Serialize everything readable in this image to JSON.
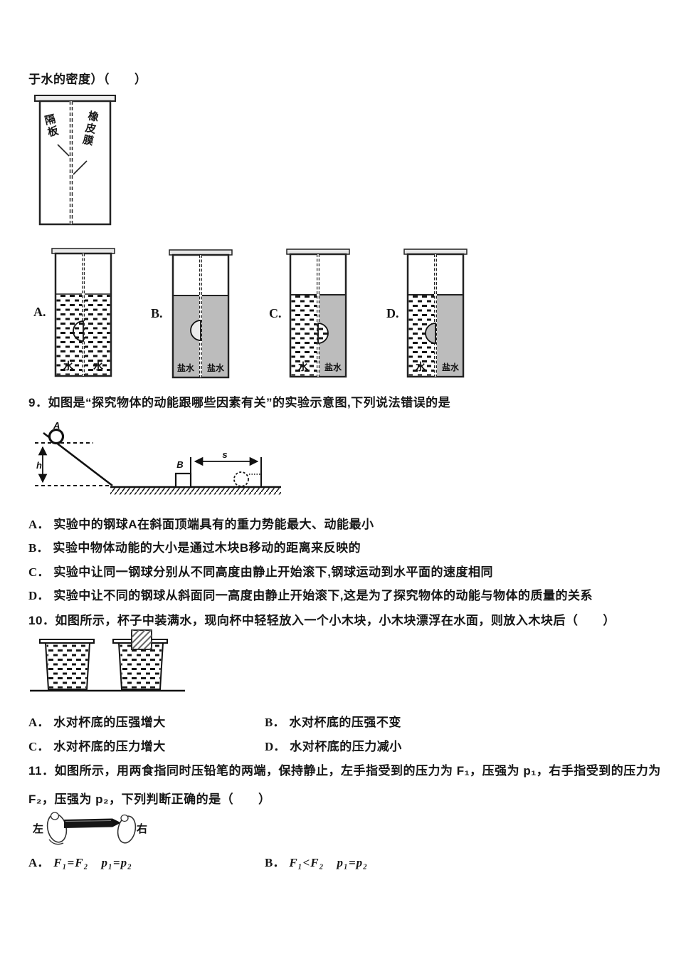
{
  "colors": {
    "salt_water": "#bcbcbc",
    "ink": "#161616",
    "lid": "#e8e8e8"
  },
  "intro": {
    "trailing_line": "于水的密度）（　　）"
  },
  "fig_membrane": {
    "partition_label": "隔板",
    "membrane_label": "橡皮膜"
  },
  "container_options": [
    {
      "label": "A.",
      "left_liquid": "水",
      "right_liquid": "水"
    },
    {
      "label": "B.",
      "left_liquid": "盐水",
      "right_liquid": "盐水"
    },
    {
      "label": "C.",
      "left_liquid": "水",
      "right_liquid": "盐水"
    },
    {
      "label": "D.",
      "left_liquid": "水",
      "right_liquid": "盐水"
    }
  ],
  "q9": {
    "stem": "9．如图是“探究物体的动能跟哪些因素有关”的实验示意图,下列说法错误的是",
    "diagram": {
      "ball_label": "A",
      "height_label": "h",
      "block_label": "B",
      "distance_label": "s"
    },
    "options": [
      {
        "label": "A．",
        "text": "实验中的钢球A在斜面顶端具有的重力势能最大、动能最小"
      },
      {
        "label": "B．",
        "text": "实验中物体动能的大小是通过木块B移动的距离来反映的"
      },
      {
        "label": "C．",
        "text": "实验中让同一钢球分别从不同高度由静止开始滚下,钢球运动到水平面的速度相同"
      },
      {
        "label": "D．",
        "text": "实验中让不同的钢球从斜面同一高度由静止开始滚下,这是为了探究物体的动能与物体的质量的关系"
      }
    ]
  },
  "q10": {
    "stem": "10．如图所示，杯子中装满水，现向杯中轻轻放入一个小木块，小木块漂浮在水面，则放入木块后（　　）",
    "options": [
      {
        "label": "A．",
        "text": "水对杯底的压强增大"
      },
      {
        "label": "B．",
        "text": "水对杯底的压强不变"
      },
      {
        "label": "C．",
        "text": "水对杯底的压力增大"
      },
      {
        "label": "D．",
        "text": "水对杯底的压力减小"
      }
    ]
  },
  "q11": {
    "stem_line1": "11．如图所示，用两食指同时压铅笔的两端，保持静止，左手指受到的压力为 F₁，压强为 p₁，右手指受到的压力为",
    "stem_line2": "F₂，压强为 p₂，下列判断正确的是（　　）",
    "diagram": {
      "left_label": "左",
      "right_label": "右"
    },
    "options": [
      {
        "label": "A．",
        "formula": "F₁=F₂　p₁=p₂"
      },
      {
        "label": "B．",
        "formula": "F₁<F₂　p₁=p₂"
      }
    ]
  }
}
